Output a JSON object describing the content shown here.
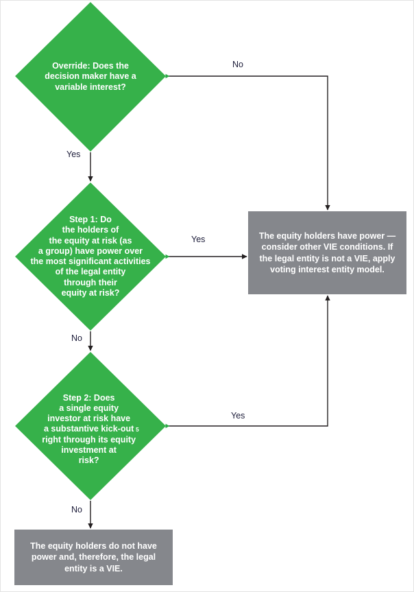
{
  "diagram": {
    "title": "VIE power assessment decision flowchart",
    "colors": {
      "decision_fill": "#36b14a",
      "terminal_fill": "#85878c",
      "decision_text": "#ffffff",
      "terminal_text": "#ffffff",
      "connector": "#231f20",
      "label_text": "#1b1b38",
      "background": "#ffffff",
      "frame_border": "#e3e3e3"
    },
    "nodes": [
      {
        "id": "override",
        "shape": "diamond",
        "text": "Override: Does the\ndecision maker have a\nvariable interest?"
      },
      {
        "id": "step1",
        "shape": "diamond",
        "text": "Step 1: Do\nthe holders of\nthe equity at risk (as\na group) have power over\nthe most significant activities\nof the legal entity\nthrough their\nequity at risk?"
      },
      {
        "id": "step2",
        "shape": "diamond",
        "text_before_sup": "Step 2: Does\na single equity\ninvestor at risk have\na substantive kick-out\nright through its equity\ninvestment at\nrisk?",
        "superscript": "5"
      },
      {
        "id": "power-outcome",
        "shape": "rectangle",
        "text": "The equity holders have power —\nconsider other VIE conditions. If\nthe legal entity is not a VIE, apply\nvoting interest entity model."
      },
      {
        "id": "vie-outcome",
        "shape": "rectangle",
        "text": "The equity holders do not have\npower and, therefore, the legal\nentity is a VIE."
      }
    ],
    "edges": [
      {
        "id": "override-no",
        "label": "No",
        "from": "override",
        "to": "power-outcome"
      },
      {
        "id": "override-yes",
        "label": "Yes",
        "from": "override",
        "to": "step1"
      },
      {
        "id": "step1-yes",
        "label": "Yes",
        "from": "step1",
        "to": "power-outcome"
      },
      {
        "id": "step1-no",
        "label": "No",
        "from": "step1",
        "to": "step2"
      },
      {
        "id": "step2-yes",
        "label": "Yes",
        "from": "step2",
        "to": "power-outcome"
      },
      {
        "id": "step2-no",
        "label": "No",
        "from": "step2",
        "to": "vie-outcome"
      }
    ]
  }
}
